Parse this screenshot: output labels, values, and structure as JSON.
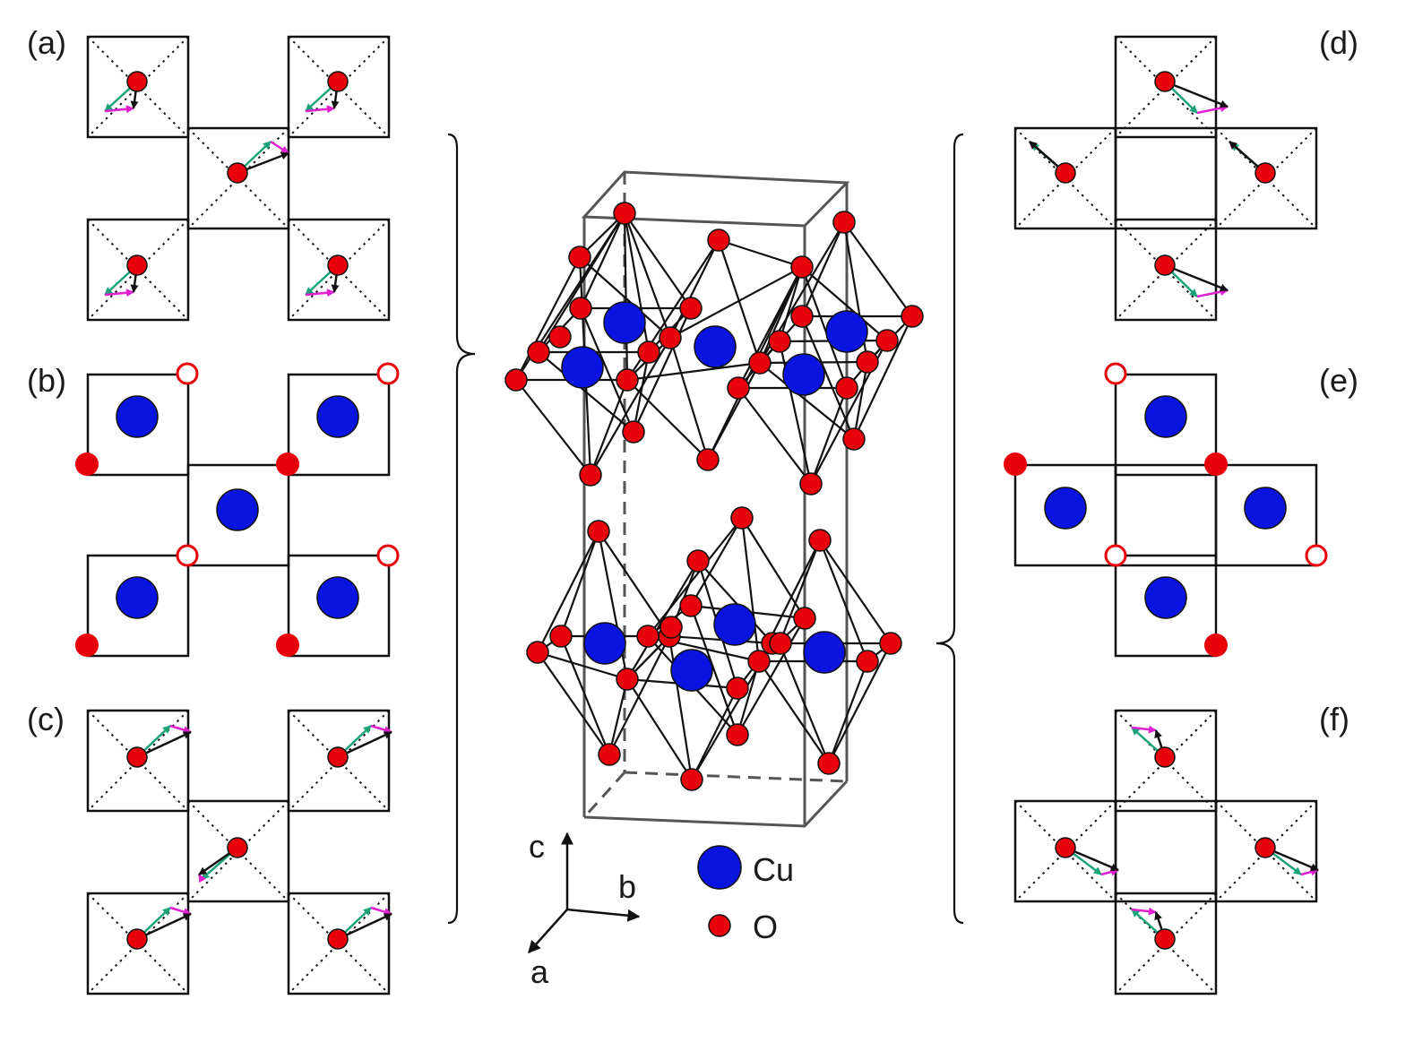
{
  "panel_labels": {
    "a": "(a)",
    "b": "(b)",
    "c": "(c)",
    "d": "(d)",
    "e": "(e)",
    "f": "(f)"
  },
  "axes": {
    "c": "c",
    "b": "b",
    "a": "a"
  },
  "legend": [
    {
      "symbol": "cu-atom",
      "label": "Cu",
      "color": "#0a14e0"
    },
    {
      "symbol": "o-atom",
      "label": "O",
      "color": "#e8000b"
    }
  ],
  "colors": {
    "oxygen": "#e8000b",
    "copper": "#0a14e0",
    "arrow_black": "#111111",
    "arrow_green": "#1aa37a",
    "arrow_magenta": "#e020d0"
  }
}
